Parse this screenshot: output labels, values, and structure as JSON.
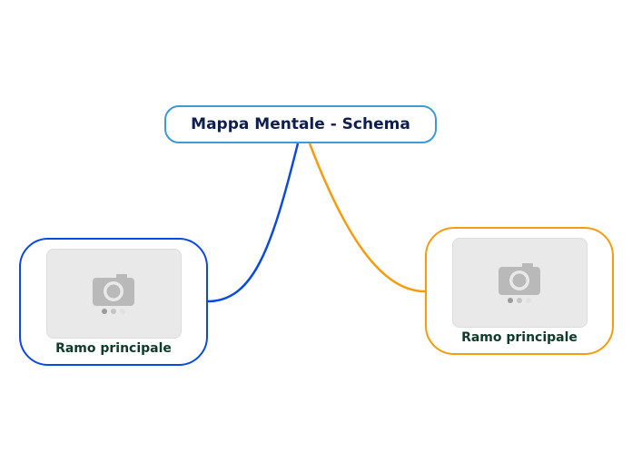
{
  "root": {
    "title": "Mappa Mentale - Schema"
  },
  "branches": [
    {
      "label": "Ramo principale",
      "color": "#0b4ae0",
      "image_icon": "camera-icon"
    },
    {
      "label": "Ramo principale",
      "color": "#f59c0f",
      "image_icon": "camera-icon"
    }
  ],
  "colors": {
    "root_border": "#3b9bd6",
    "root_text": "#0e1f4d",
    "branch_text": "#0e3b2a",
    "placeholder_fill": "#e9e9e9",
    "icon_fill": "#b9b9b9"
  }
}
